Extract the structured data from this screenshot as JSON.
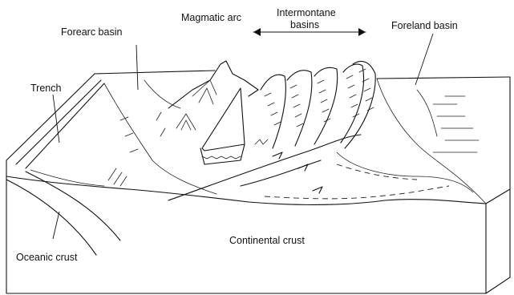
{
  "labels": {
    "magmatic_arc": "Magmatic arc",
    "intermontane_line1": "Intermontane",
    "intermontane_line2": "basins",
    "forearc_basin": "Forearc basin",
    "foreland_basin": "Foreland basin",
    "trench": "Trench",
    "continental_crust": "Continental crust",
    "oceanic_crust": "Oceanic crust"
  },
  "colors": {
    "ink": "#111111",
    "background": "#ffffff"
  }
}
